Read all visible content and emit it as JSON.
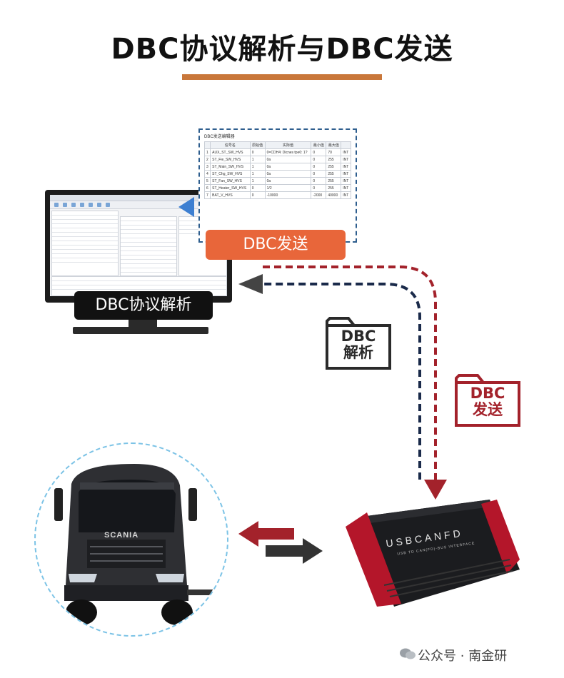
{
  "title": "DBC协议解析与DBC发送",
  "labels": {
    "dbc_parse": "DBC协议解析",
    "dbc_send": "DBC发送"
  },
  "send_window": {
    "title": "DBC发送编辑器",
    "columns": [
      "信号名",
      "原始值",
      "实际值",
      "",
      "最小值",
      "最大值",
      ""
    ],
    "rows": [
      {
        "idx": "1",
        "name": "AUX_ST_SW_HVS",
        "raw": "0",
        "actual": "0=CDH4: Dicnes tpe0: 1?",
        "min": "0",
        "max": "70",
        "unit": "INT"
      },
      {
        "idx": "2",
        "name": "ST_Fie_SW_HVS",
        "raw": "1",
        "actual": "0a",
        "min": "0",
        "max": "255",
        "unit": "INT"
      },
      {
        "idx": "3",
        "name": "ST_Main_SW_HVS",
        "raw": "1",
        "actual": "0a",
        "min": "0",
        "max": "255",
        "unit": "INT"
      },
      {
        "idx": "4",
        "name": "ST_Chg_SW_HVS",
        "raw": "1",
        "actual": "0a",
        "min": "0",
        "max": "255",
        "unit": "INT"
      },
      {
        "idx": "5",
        "name": "ST_Fan_SW_HVS",
        "raw": "1",
        "actual": "0a",
        "min": "0",
        "max": "255",
        "unit": "INT"
      },
      {
        "idx": "6",
        "name": "ST_Heater_SW_HVS",
        "raw": "0",
        "actual": "1/2",
        "min": "0",
        "max": "255",
        "unit": "INT"
      },
      {
        "idx": "7",
        "name": "BAT_V_HVS",
        "raw": "0",
        "actual": "-10000",
        "min": "-2000",
        "max": "40000",
        "unit": "INT"
      }
    ]
  },
  "folders": {
    "parse": {
      "line1": "DBC",
      "line2": "解析"
    },
    "send": {
      "line1": "DBC",
      "line2": "发送"
    }
  },
  "device": {
    "brand": "USBCANFD",
    "subtitle": "USB TO CAN(FD)-BUS INTERFACE"
  },
  "truck": {
    "badge": "SCANIA"
  },
  "watermark": "公众号 · 南金研",
  "colors": {
    "title_bar": "#c9773a",
    "send_label": "#e8663a",
    "dashed_red": "#a3222b",
    "dashed_navy": "#1a2a4a",
    "device_red": "#b4162a",
    "circle_border": "#7cc3e6"
  }
}
